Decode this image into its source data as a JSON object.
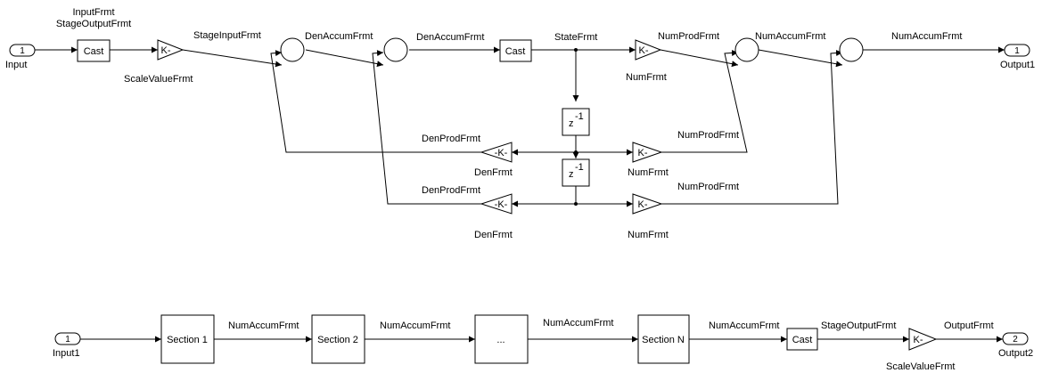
{
  "top": {
    "input_port": {
      "number": "1",
      "label": "Input"
    },
    "output_port": {
      "number": "1",
      "label": "Output1"
    },
    "cast_in": {
      "text": "Cast",
      "label_line1": "InputFrmt",
      "label_line2": "StageOutputFrmt"
    },
    "scale_gain": {
      "text": "K-",
      "label": "ScaleValueFrmt"
    },
    "cast_state": {
      "text": "Cast"
    },
    "delay1": {
      "text": "z",
      "exp": "-1"
    },
    "delay2": {
      "text": "z",
      "exp": "-1"
    },
    "num_gain0": {
      "text": "K-",
      "label": "NumFrmt"
    },
    "num_gain1": {
      "text": "K-",
      "label": "NumFrmt"
    },
    "num_gain2": {
      "text": "K-",
      "label": "NumFrmt"
    },
    "den_gain1": {
      "text": "-K-",
      "label": "DenFrmt"
    },
    "den_gain2": {
      "text": "-K-",
      "label": "DenFrmt"
    },
    "signals": {
      "stage_input": "StageInputFrmt",
      "den_accum_1": "DenAccumFrmt",
      "den_accum_2": "DenAccumFrmt",
      "state": "StateFrmt",
      "num_prod_0": "NumProdFrmt",
      "num_accum_1": "NumAccumFrmt",
      "num_accum_out": "NumAccumFrmt",
      "den_prod_1": "DenProdFrmt",
      "num_prod_1": "NumProdFrmt",
      "den_prod_2": "DenProdFrmt",
      "num_prod_2": "NumProdFrmt"
    }
  },
  "bottom": {
    "input_port": {
      "number": "1",
      "label": "Input1"
    },
    "output_port": {
      "number": "2",
      "label": "Output2"
    },
    "section1": "Section 1",
    "section2": "Section 2",
    "ellipsis": "...",
    "sectionN": "Section N",
    "cast": "Cast",
    "gain": {
      "text": "K-",
      "label": "ScaleValueFrmt"
    },
    "signals": {
      "s1_out": "NumAccumFrmt",
      "s2_out": "NumAccumFrmt",
      "dots_out": "NumAccumFrmt",
      "sN_out": "NumAccumFrmt",
      "cast_out": "StageOutputFrmt",
      "output": "OutputFrmt"
    }
  }
}
